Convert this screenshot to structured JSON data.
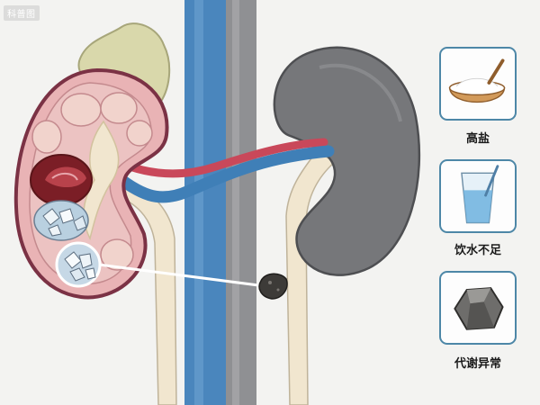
{
  "watermark": "科普图",
  "causes": [
    {
      "id": "salt",
      "label": "高盐",
      "icon": "salt-bowl-icon"
    },
    {
      "id": "water",
      "label": "饮水不足",
      "icon": "water-glass-icon"
    },
    {
      "id": "metabolism",
      "label": "代谢异常",
      "icon": "stone-icon"
    }
  ],
  "colors": {
    "kidney_outline": "#7b3245",
    "kidney_tissue": "#e9b3b5",
    "pyramid": "#f1d3cc",
    "vein": "#3f7fb7",
    "artery": "#c9485a",
    "ureter": "#f1e6cf",
    "adrenal": "#d9d8ab",
    "healthy_kidney": "#77787a",
    "card_border": "#4d87a7"
  }
}
